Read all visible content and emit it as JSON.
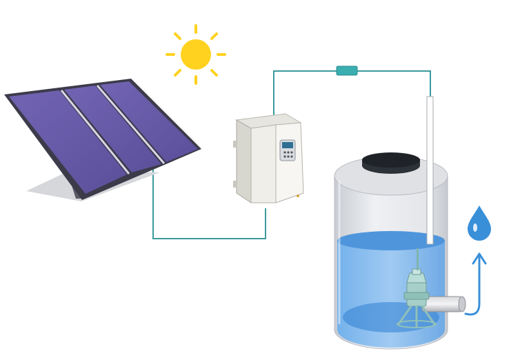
{
  "diagram": {
    "components": [
      {
        "id": "sun",
        "icon": "sun-icon"
      },
      {
        "id": "solar-panel",
        "icon": "solar-panel-icon",
        "cells": 3
      },
      {
        "id": "inverter",
        "icon": "inverter-icon"
      },
      {
        "id": "sensor",
        "icon": "sensor-icon"
      },
      {
        "id": "tank",
        "icon": "water-tank-icon"
      },
      {
        "id": "pump",
        "icon": "submersible-pump-icon"
      },
      {
        "id": "water-drop",
        "icon": "water-drop-icon"
      }
    ],
    "connections": [
      {
        "from": "solar-panel",
        "to": "inverter"
      },
      {
        "from": "inverter",
        "to": "sensor"
      },
      {
        "from": "pump",
        "to": "water-drop"
      }
    ],
    "colors": {
      "sun": "#ffd21f",
      "panel_cell": "#6b5fa8",
      "panel_frame": "#3b3b4a",
      "wire": "#3a9a9c",
      "connector": "#3aaeb0",
      "inverter_body": "#f2f1ec",
      "tank_wall": "#e1e3e7",
      "water": "#5b9fe0",
      "pump": "#a6cfc9",
      "drop": "#3a8fd9"
    }
  }
}
